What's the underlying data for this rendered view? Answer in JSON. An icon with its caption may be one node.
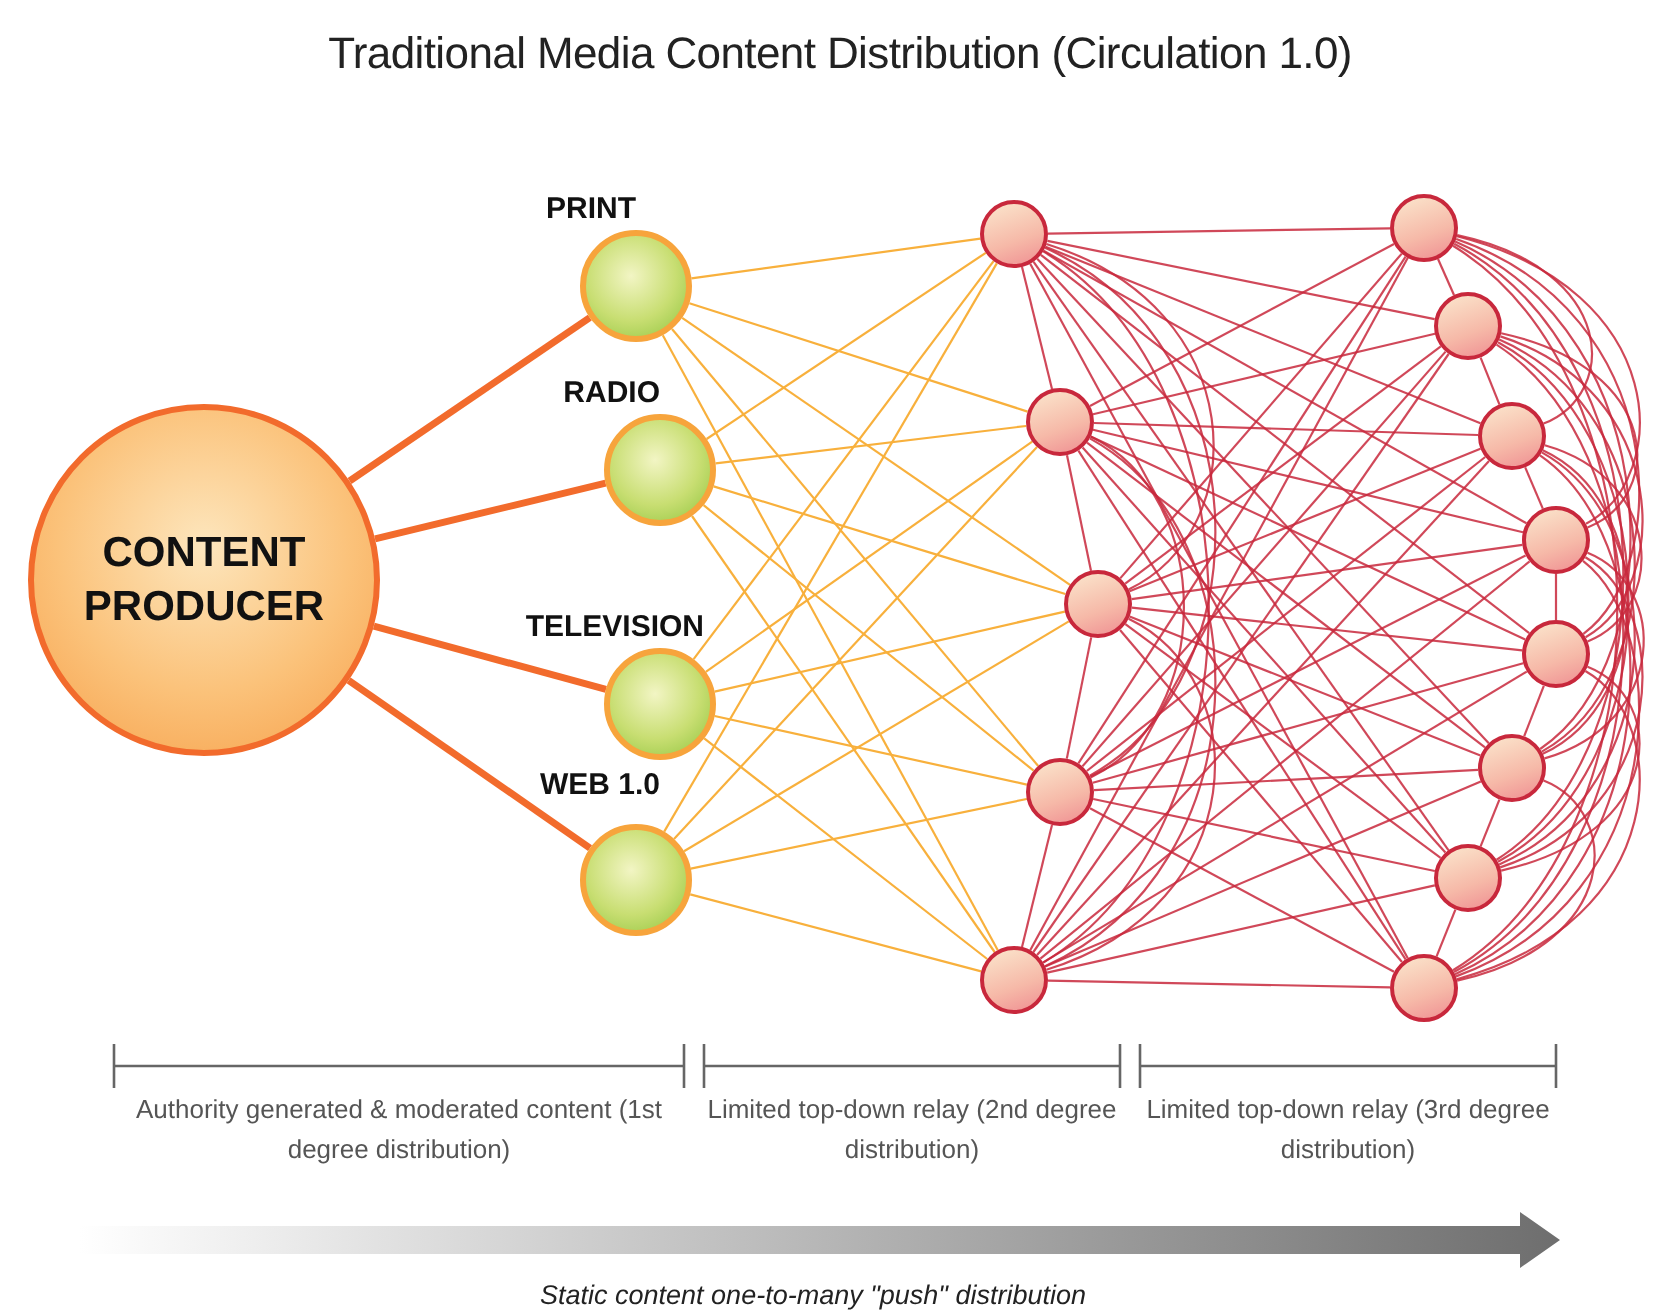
{
  "diagram": {
    "title": "Traditional Media Content Distribution (Circulation 1.0)",
    "nodes": [
      {
        "text": [
          "CONTENT PRODUCER"
        ]
      },
      {
        "text": [
          "PRINT"
        ]
      },
      {
        "text": [
          "RADIO"
        ]
      },
      {
        "text": [
          "TELEVISION"
        ]
      },
      {
        "text": [
          "WEB 1.0"
        ]
      },
      {
        "text": [],
        "shape": "circle"
      },
      {
        "text": [],
        "shape": "circle"
      },
      {
        "text": [],
        "shape": "circle"
      },
      {
        "text": [],
        "shape": "circle"
      },
      {
        "text": [],
        "shape": "circle"
      },
      {
        "text": [],
        "shape": "circle"
      },
      {
        "text": [],
        "shape": "circle"
      },
      {
        "text": [],
        "shape": "circle"
      },
      {
        "text": [],
        "shape": "circle"
      },
      {
        "text": [],
        "shape": "circle"
      },
      {
        "text": [],
        "shape": "circle"
      },
      {
        "text": [],
        "shape": "circle"
      },
      {
        "text": [],
        "shape": "circle"
      }
    ],
    "edges": [
      {
        "from": 0,
        "to": 1,
        "arrow": "none",
        "style": "thick",
        "color": "#f26b2c"
      },
      {
        "from": 0,
        "to": 2,
        "arrow": "none",
        "style": "thick",
        "color": "#f26b2c"
      },
      {
        "from": 0,
        "to": 3,
        "arrow": "none",
        "style": "thick",
        "color": "#f26b2c"
      },
      {
        "from": 0,
        "to": 4,
        "arrow": "none",
        "style": "thick",
        "color": "#f26b2c"
      },
      {
        "from": 1,
        "to": 5,
        "arrow": "none",
        "color": "#f8b03c"
      },
      {
        "from": 1,
        "to": 6,
        "arrow": "none",
        "color": "#f8b03c"
      },
      {
        "from": 1,
        "to": 7,
        "arrow": "none",
        "color": "#f8b03c"
      },
      {
        "from": 1,
        "to": 8,
        "arrow": "none",
        "color": "#f8b03c"
      },
      {
        "from": 1,
        "to": 9,
        "arrow": "none",
        "color": "#f8b03c"
      },
      {
        "from": 2,
        "to": 5,
        "arrow": "none",
        "color": "#f8b03c"
      },
      {
        "from": 2,
        "to": 6,
        "arrow": "none",
        "color": "#f8b03c"
      },
      {
        "from": 2,
        "to": 7,
        "arrow": "none",
        "color": "#f8b03c"
      },
      {
        "from": 2,
        "to": 8,
        "arrow": "none",
        "color": "#f8b03c"
      },
      {
        "from": 2,
        "to": 9,
        "arrow": "none",
        "color": "#f8b03c"
      },
      {
        "from": 3,
        "to": 5,
        "arrow": "none",
        "color": "#f8b03c"
      },
      {
        "from": 3,
        "to": 6,
        "arrow": "none",
        "color": "#f8b03c"
      },
      {
        "from": 3,
        "to": 7,
        "arrow": "none",
        "color": "#f8b03c"
      },
      {
        "from": 3,
        "to": 8,
        "arrow": "none",
        "color": "#f8b03c"
      },
      {
        "from": 3,
        "to": 9,
        "arrow": "none",
        "color": "#f8b03c"
      },
      {
        "from": 4,
        "to": 5,
        "arrow": "none",
        "color": "#f8b03c"
      },
      {
        "from": 4,
        "to": 6,
        "arrow": "none",
        "color": "#f8b03c"
      },
      {
        "from": 4,
        "to": 7,
        "arrow": "none",
        "color": "#f8b03c"
      },
      {
        "from": 4,
        "to": 8,
        "arrow": "none",
        "color": "#f8b03c"
      },
      {
        "from": 4,
        "to": 9,
        "arrow": "none",
        "color": "#f8b03c"
      },
      {
        "from": 5,
        "to": 10,
        "arrow": "none"
      },
      {
        "from": 5,
        "to": 11,
        "arrow": "none"
      },
      {
        "from": 5,
        "to": 12,
        "arrow": "none"
      },
      {
        "from": 5,
        "to": 13,
        "arrow": "none"
      },
      {
        "from": 5,
        "to": 14,
        "arrow": "none"
      },
      {
        "from": 5,
        "to": 15,
        "arrow": "none"
      },
      {
        "from": 5,
        "to": 16,
        "arrow": "none"
      },
      {
        "from": 5,
        "to": 17,
        "arrow": "none"
      },
      {
        "from": 6,
        "to": 10,
        "arrow": "none"
      },
      {
        "from": 6,
        "to": 11,
        "arrow": "none"
      },
      {
        "from": 6,
        "to": 12,
        "arrow": "none"
      },
      {
        "from": 6,
        "to": 13,
        "arrow": "none"
      },
      {
        "from": 6,
        "to": 14,
        "arrow": "none"
      },
      {
        "from": 6,
        "to": 15,
        "arrow": "none"
      },
      {
        "from": 6,
        "to": 16,
        "arrow": "none"
      },
      {
        "from": 6,
        "to": 17,
        "arrow": "none"
      },
      {
        "from": 7,
        "to": 10,
        "arrow": "none"
      },
      {
        "from": 7,
        "to": 11,
        "arrow": "none"
      },
      {
        "from": 7,
        "to": 12,
        "arrow": "none"
      },
      {
        "from": 7,
        "to": 13,
        "arrow": "none"
      },
      {
        "from": 7,
        "to": 14,
        "arrow": "none"
      },
      {
        "from": 7,
        "to": 15,
        "arrow": "none"
      },
      {
        "from": 7,
        "to": 16,
        "arrow": "none"
      },
      {
        "from": 7,
        "to": 17,
        "arrow": "none"
      },
      {
        "from": 8,
        "to": 10,
        "arrow": "none"
      },
      {
        "from": 8,
        "to": 11,
        "arrow": "none"
      },
      {
        "from": 8,
        "to": 12,
        "arrow": "none"
      },
      {
        "from": 8,
        "to": 13,
        "arrow": "none"
      },
      {
        "from": 8,
        "to": 14,
        "arrow": "none"
      },
      {
        "from": 8,
        "to": 15,
        "arrow": "none"
      },
      {
        "from": 8,
        "to": 16,
        "arrow": "none"
      },
      {
        "from": 8,
        "to": 17,
        "arrow": "none"
      },
      {
        "from": 9,
        "to": 10,
        "arrow": "none"
      },
      {
        "from": 9,
        "to": 11,
        "arrow": "none"
      },
      {
        "from": 9,
        "to": 12,
        "arrow": "none"
      },
      {
        "from": 9,
        "to": 13,
        "arrow": "none"
      },
      {
        "from": 9,
        "to": 14,
        "arrow": "none"
      },
      {
        "from": 9,
        "to": 15,
        "arrow": "none"
      },
      {
        "from": 9,
        "to": 16,
        "arrow": "none"
      },
      {
        "from": 9,
        "to": 17,
        "arrow": "none"
      },
      {
        "from": 5,
        "to": 6,
        "arrow": "none"
      },
      {
        "from": 5,
        "to": 7,
        "arrow": "none"
      },
      {
        "from": 5,
        "to": 8,
        "arrow": "none"
      },
      {
        "from": 5,
        "to": 9,
        "arrow": "none"
      },
      {
        "from": 6,
        "to": 7,
        "arrow": "none"
      },
      {
        "from": 6,
        "to": 8,
        "arrow": "none"
      },
      {
        "from": 6,
        "to": 9,
        "arrow": "none"
      },
      {
        "from": 7,
        "to": 8,
        "arrow": "none"
      },
      {
        "from": 7,
        "to": 9,
        "arrow": "none"
      },
      {
        "from": 8,
        "to": 9,
        "arrow": "none"
      },
      {
        "from": 10,
        "to": 11,
        "arrow": "none"
      },
      {
        "from": 10,
        "to": 12,
        "arrow": "none"
      },
      {
        "from": 10,
        "to": 13,
        "arrow": "none"
      },
      {
        "from": 10,
        "to": 14,
        "arrow": "none"
      },
      {
        "from": 10,
        "to": 15,
        "arrow": "none"
      },
      {
        "from": 10,
        "to": 16,
        "arrow": "none"
      },
      {
        "from": 10,
        "to": 17,
        "arrow": "none"
      },
      {
        "from": 11,
        "to": 12,
        "arrow": "none"
      },
      {
        "from": 11,
        "to": 13,
        "arrow": "none"
      },
      {
        "from": 11,
        "to": 14,
        "arrow": "none"
      },
      {
        "from": 11,
        "to": 15,
        "arrow": "none"
      },
      {
        "from": 11,
        "to": 16,
        "arrow": "none"
      },
      {
        "from": 11,
        "to": 17,
        "arrow": "none"
      },
      {
        "from": 12,
        "to": 13,
        "arrow": "none"
      },
      {
        "from": 12,
        "to": 14,
        "arrow": "none"
      },
      {
        "from": 12,
        "to": 15,
        "arrow": "none"
      },
      {
        "from": 12,
        "to": 16,
        "arrow": "none"
      },
      {
        "from": 12,
        "to": 17,
        "arrow": "none"
      },
      {
        "from": 13,
        "to": 14,
        "arrow": "none"
      },
      {
        "from": 13,
        "to": 15,
        "arrow": "none"
      },
      {
        "from": 13,
        "to": 16,
        "arrow": "none"
      },
      {
        "from": 13,
        "to": 17,
        "arrow": "none"
      },
      {
        "from": 14,
        "to": 15,
        "arrow": "none"
      },
      {
        "from": 14,
        "to": 16,
        "arrow": "none"
      },
      {
        "from": 14,
        "to": 17,
        "arrow": "none"
      },
      {
        "from": 15,
        "to": 16,
        "arrow": "none"
      },
      {
        "from": 15,
        "to": 17,
        "arrow": "none"
      },
      {
        "from": 16,
        "to": 17,
        "arrow": "none"
      }
    ],
    "labels": [
      "Authority generated & moderated content (1st degree distribution)",
      "Limited top-down relay (2nd degree distribution)",
      "Limited top-down relay (3rd degree distribution)",
      "Static content one-to-many \"push\" distribution"
    ]
  }
}
